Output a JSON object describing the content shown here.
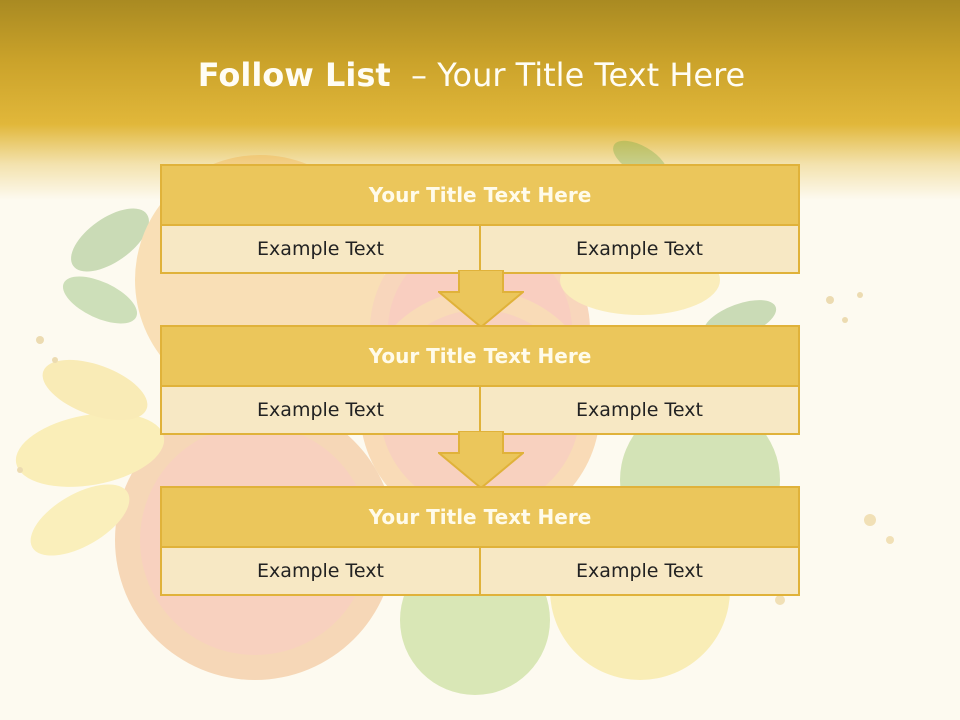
{
  "slide": {
    "title_bold": "Follow List",
    "title_rest": "– Your Title Text Here"
  },
  "steps": [
    {
      "title": "Your Title Text Here",
      "left_text": "Example Text",
      "right_text": "Example Text"
    },
    {
      "title": "Your Title Text Here",
      "left_text": "Example Text",
      "right_text": "Example Text"
    },
    {
      "title": "Your Title Text Here",
      "left_text": "Example Text",
      "right_text": "Example Text"
    }
  ],
  "icons": [
    "down-arrow-icon",
    "down-arrow-icon"
  ],
  "colors": {
    "header_top": "#a98a22",
    "header_mid": "#e1b73a",
    "box_title_fill": "#ebc65b",
    "box_cell_fill": "#f7e8c4",
    "box_border": "#e0b23a",
    "background": "#fdfaf0"
  }
}
